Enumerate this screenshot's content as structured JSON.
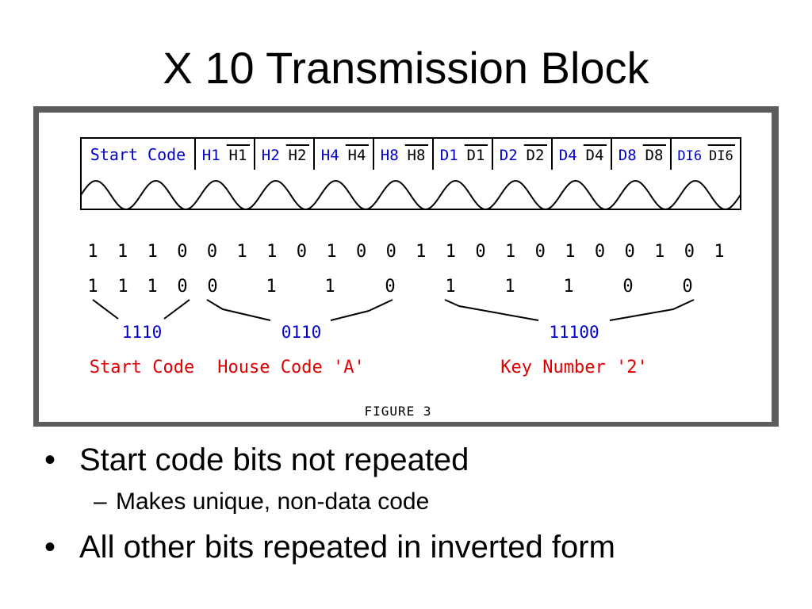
{
  "slide": {
    "title": "X 10 Transmission Block"
  },
  "figure": {
    "header_cells": [
      {
        "id": "start",
        "label": "Start Code"
      },
      {
        "id": "h1",
        "label": "H1",
        "inv": "H1"
      },
      {
        "id": "h2",
        "label": "H2",
        "inv": "H2"
      },
      {
        "id": "h4",
        "label": "H4",
        "inv": "H4"
      },
      {
        "id": "h8",
        "label": "H8",
        "inv": "H8"
      },
      {
        "id": "d1",
        "label": "D1",
        "inv": "D1"
      },
      {
        "id": "d2",
        "label": "D2",
        "inv": "D2"
      },
      {
        "id": "d4",
        "label": "D4",
        "inv": "D4"
      },
      {
        "id": "d8",
        "label": "D8",
        "inv": "D8"
      },
      {
        "id": "d16",
        "label": "DI6",
        "inv": "DI6"
      }
    ],
    "bit_stream": [
      "1",
      "1",
      "1",
      "0",
      "0",
      "1",
      "1",
      "0",
      "1",
      "0",
      "0",
      "1",
      "1",
      "0",
      "1",
      "0",
      "1",
      "0",
      "0",
      "1",
      "0",
      "1"
    ],
    "start_bits": [
      "1",
      "1",
      "1",
      "0"
    ],
    "house_bits": [
      "0",
      "1",
      "1",
      "0"
    ],
    "key_bits": [
      "1",
      "1",
      "1",
      "0",
      "0"
    ],
    "groups": [
      {
        "value": "1110",
        "label": "Start Code"
      },
      {
        "value": "0110",
        "label": "House Code 'A'"
      },
      {
        "value": "11100",
        "label": "Key Number '2'"
      }
    ],
    "caption": "FIGURE 3",
    "colors": {
      "label_blue": "#0000cc",
      "label_red": "#e00000",
      "frame": "#5c5c5c"
    }
  },
  "bullets": [
    {
      "text": "Start code bits not repeated",
      "level": 1
    },
    {
      "text": "Makes unique, non-data code",
      "level": 2
    },
    {
      "text": "All other bits repeated in inverted form",
      "level": 1
    }
  ],
  "glyphs": {
    "bullet": "•",
    "dash": "–"
  }
}
